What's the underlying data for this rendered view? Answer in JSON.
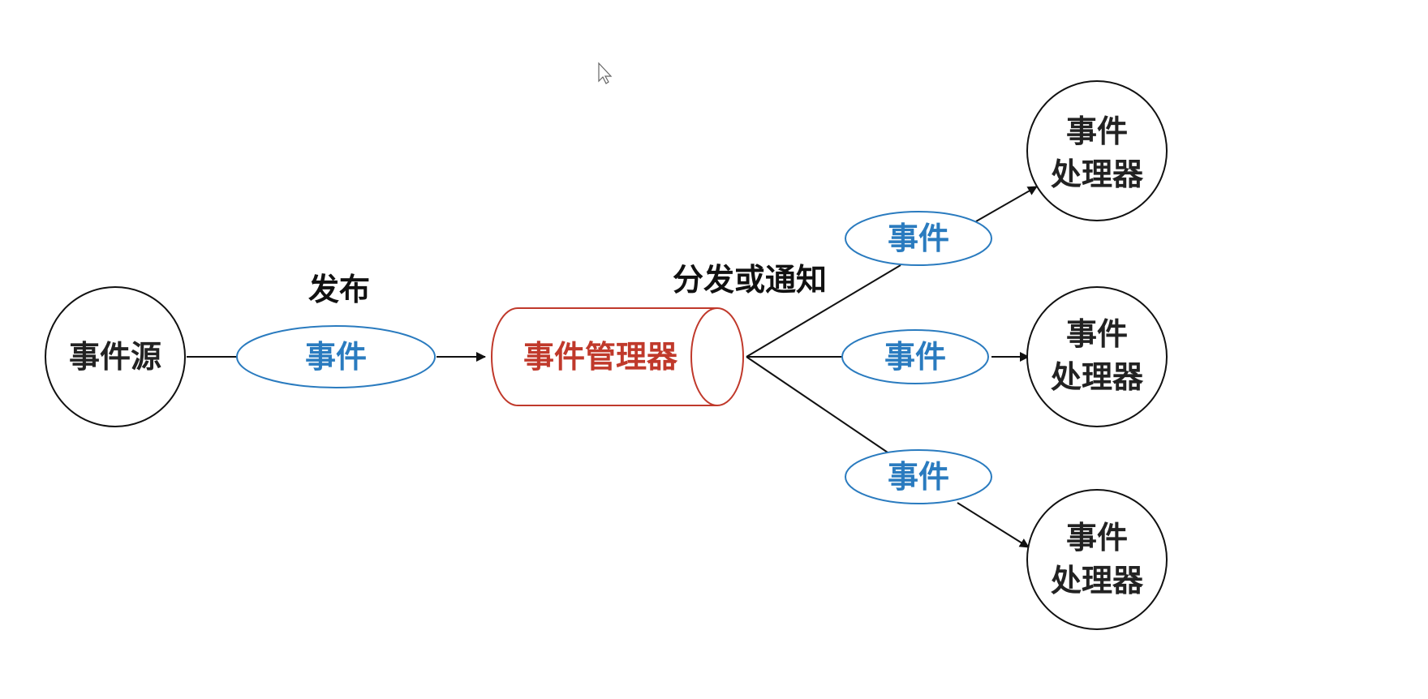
{
  "colors": {
    "line": "#111111",
    "event": "#2a7bbf",
    "manager": "#c0392b",
    "background": "#ffffff"
  },
  "nodes": {
    "source": {
      "label": "事件源"
    },
    "manager": {
      "label": "事件管理器"
    },
    "handlers": [
      {
        "line1": "事件",
        "line2": "处理器"
      },
      {
        "line1": "事件",
        "line2": "处理器"
      },
      {
        "line1": "事件",
        "line2": "处理器"
      }
    ]
  },
  "events": [
    {
      "label": "事件"
    },
    {
      "label": "事件"
    },
    {
      "label": "事件"
    },
    {
      "label": "事件"
    }
  ],
  "edge_labels": {
    "publish": "发布",
    "dispatch": "分发或通知"
  },
  "icons": {
    "cursor": "mouse-pointer-icon"
  }
}
